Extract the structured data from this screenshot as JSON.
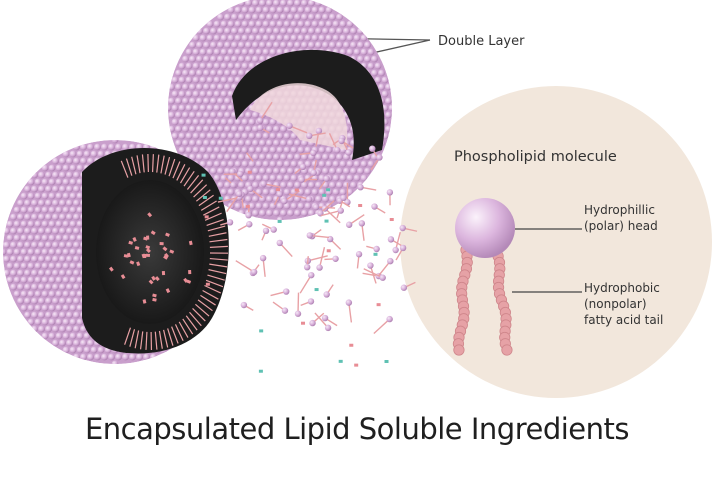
{
  "labels": {
    "double_layer": "Double Layer",
    "molecule_title": "Phospholipid molecule",
    "head_line1": "Hydrophillic",
    "head_line2": "(polar) head",
    "tail_line1": "Hydrophobic",
    "tail_line2": "(nonpolar)",
    "tail_line3": "fatty acid tail"
  },
  "caption": "Encapsulated Lipid Soluble Ingredients",
  "colors": {
    "bead": "#d8b1da",
    "bead_dark": "#b58ab9",
    "core": "#1c1c1c",
    "tail": "#e8a1a5",
    "ingredient_pink": "#e88d95",
    "ingredient_teal": "#5fc1b3",
    "circle_bg": "#f2e7dc"
  },
  "icons": [
    "liposome-sphere-icon",
    "phospholipid-molecule-icon"
  ]
}
